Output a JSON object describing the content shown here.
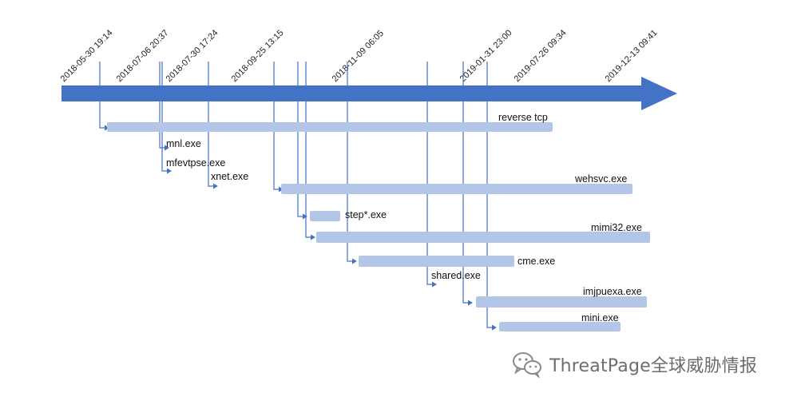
{
  "diagram": {
    "dates": [
      "2018-05-30 19:14",
      "2018-07-06 20:37",
      "2018-07-30 17:24",
      "2018-09-25 13:15",
      "2018-11-09 06:05",
      "2019-01-31 23:00",
      "2019-07-26 09:34",
      "2019-12-13 09:41"
    ],
    "items": [
      {
        "label": "reverse tcp"
      },
      {
        "label": "mnl.exe"
      },
      {
        "label": "mfevtpse.exe"
      },
      {
        "label": "xnet.exe"
      },
      {
        "label": "wehsvc.exe"
      },
      {
        "label": "step*.exe"
      },
      {
        "label": "mimi32.exe"
      },
      {
        "label": "cme.exe"
      },
      {
        "label": "shared.exe"
      },
      {
        "label": "imjpuexa.exe"
      },
      {
        "label": "mini.exe"
      }
    ],
    "colors": {
      "arrow": "#4472c4",
      "bar": "#b4c6e7",
      "connector": "#4472c4"
    }
  },
  "watermark": {
    "text": "ThreatPage全球威胁情报",
    "icon": "wechat-icon"
  }
}
